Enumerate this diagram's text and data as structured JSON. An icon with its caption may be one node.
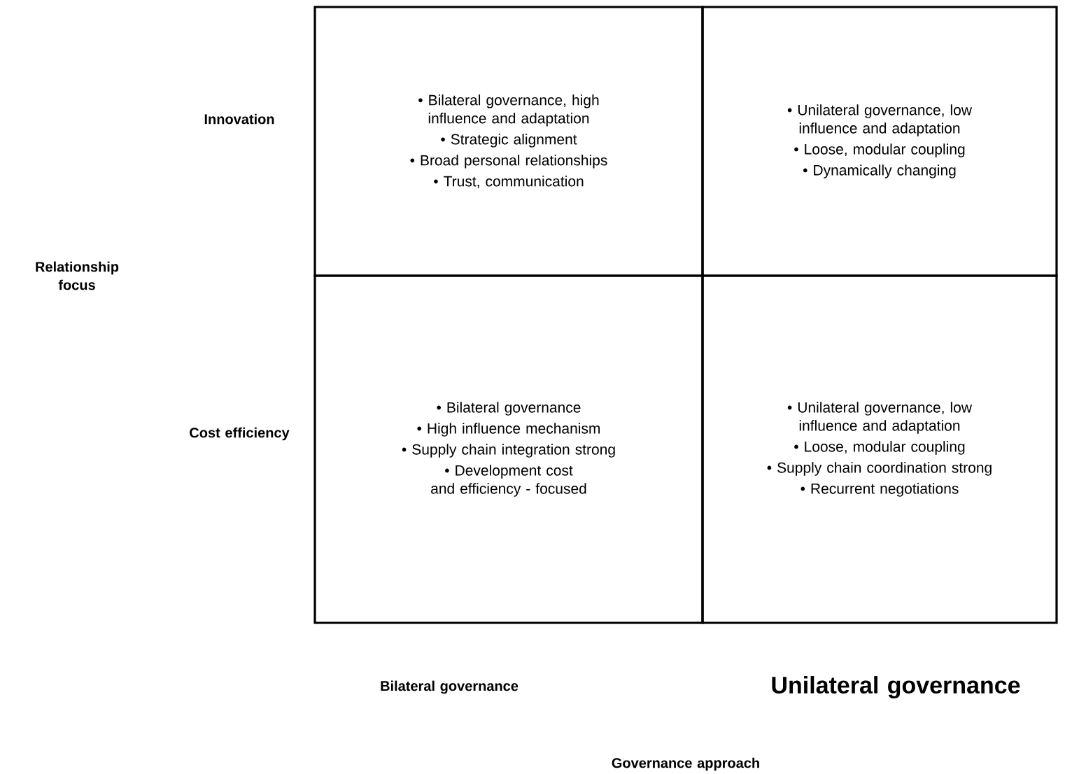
{
  "diagram": {
    "nodes": [
      {
        "text": [
          "• Bilateral governance, high influence and adaptation",
          "• Strategic alignment",
          "• Broad personal relationships",
          "• Trust, communication"
        ]
      },
      {
        "text": [
          "• Unilateral governance, low influence and adaptation",
          "• Loose, modular coupling",
          "• Dynamically changing"
        ]
      },
      {
        "text": [
          "• Bilateral governance",
          "• High influence mechanism",
          "• Supply chain integration strong",
          "• Development cost and efficiency - focused"
        ]
      },
      {
        "text": [
          "• Unilateral governance, low influence and adaptation",
          "• Loose, modular coupling",
          "• Supply chain coordination strong",
          "• Recurrent negotiations"
        ]
      }
    ],
    "labels": [
      "Innovation",
      "Relationship focus",
      "Cost efficiency",
      "Bilateral governance",
      "Unilateral governance",
      "Governance approach"
    ]
  }
}
